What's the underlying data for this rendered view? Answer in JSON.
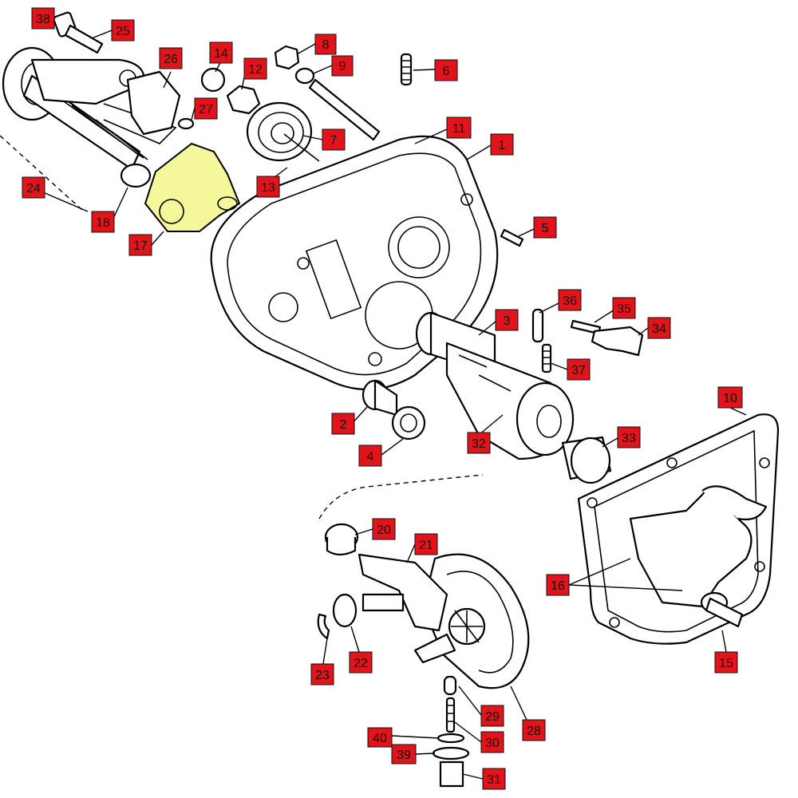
{
  "diagram": {
    "highlight_color": "#f4f79a",
    "callout_color": "#e0141a",
    "callouts": [
      {
        "id": "c38a",
        "label": "38"
      },
      {
        "id": "c25",
        "label": "25"
      },
      {
        "id": "c26",
        "label": "26"
      },
      {
        "id": "c14",
        "label": "14"
      },
      {
        "id": "c8a",
        "label": "8"
      },
      {
        "id": "c9",
        "label": "9"
      },
      {
        "id": "c6",
        "label": "6"
      },
      {
        "id": "c12",
        "label": "12"
      },
      {
        "id": "c27",
        "label": "27"
      },
      {
        "id": "c7",
        "label": "7"
      },
      {
        "id": "c11",
        "label": "11"
      },
      {
        "id": "c1",
        "label": "1"
      },
      {
        "id": "c13",
        "label": "13"
      },
      {
        "id": "c24",
        "label": "24"
      },
      {
        "id": "c18",
        "label": "18"
      },
      {
        "id": "c17",
        "label": "17"
      },
      {
        "id": "c5",
        "label": "5"
      },
      {
        "id": "c36",
        "label": "36"
      },
      {
        "id": "c35",
        "label": "35"
      },
      {
        "id": "c34",
        "label": "34"
      },
      {
        "id": "c3",
        "label": "3"
      },
      {
        "id": "c37",
        "label": "37"
      },
      {
        "id": "c2",
        "label": "2"
      },
      {
        "id": "c4",
        "label": "4"
      },
      {
        "id": "c32",
        "label": "32"
      },
      {
        "id": "c33",
        "label": "33"
      },
      {
        "id": "c10",
        "label": "10"
      },
      {
        "id": "c20",
        "label": "20"
      },
      {
        "id": "c21",
        "label": "21"
      },
      {
        "id": "c16",
        "label": "16"
      },
      {
        "id": "c23",
        "label": "23"
      },
      {
        "id": "c22",
        "label": "22"
      },
      {
        "id": "c15",
        "label": "15"
      },
      {
        "id": "c29",
        "label": "29"
      },
      {
        "id": "c28",
        "label": "28"
      },
      {
        "id": "c40",
        "label": "40"
      },
      {
        "id": "c30",
        "label": "30"
      },
      {
        "id": "c39",
        "label": "39"
      },
      {
        "id": "c31",
        "label": "31"
      }
    ]
  }
}
